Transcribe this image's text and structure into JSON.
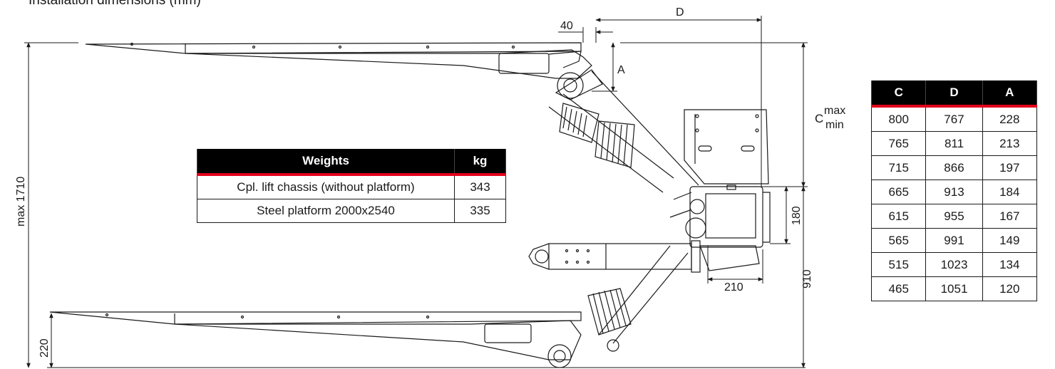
{
  "title": "Installation dimensions (mm)",
  "dimension_labels": {
    "d40": "40",
    "D": "D",
    "A": "A",
    "C_base": "C",
    "C_sup": "max",
    "C_sub": "min",
    "max1710": "max 1710",
    "d180": "180",
    "d210": "210",
    "d910": "910",
    "d220": "220"
  },
  "weights_table": {
    "headers": [
      "Weights",
      "kg"
    ],
    "rows": [
      [
        "Cpl. lift chassis (without platform)",
        "343"
      ],
      [
        "Steel platform 2000x2540",
        "335"
      ]
    ]
  },
  "dimensions_table": {
    "headers": [
      "C",
      "D",
      "A"
    ],
    "rows": [
      [
        "800",
        "767",
        "228"
      ],
      [
        "765",
        "811",
        "213"
      ],
      [
        "715",
        "866",
        "197"
      ],
      [
        "665",
        "913",
        "184"
      ],
      [
        "615",
        "955",
        "167"
      ],
      [
        "565",
        "991",
        "149"
      ],
      [
        "515",
        "1023",
        "134"
      ],
      [
        "465",
        "1051",
        "120"
      ]
    ]
  },
  "colors": {
    "header_bg": "#000000",
    "accent": "#e3001b",
    "line": "#1a1a1a"
  }
}
